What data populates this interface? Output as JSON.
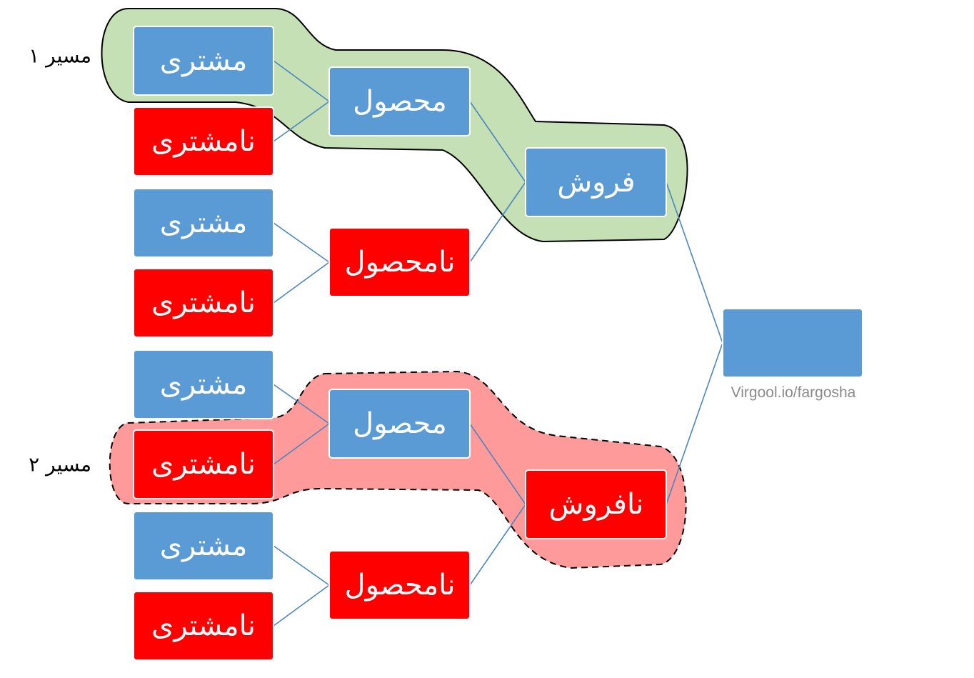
{
  "colors": {
    "customer_box": "#5b9bd5",
    "non_customer_box": "#ff0000",
    "connector": "#4a86c0",
    "path1_fill": "#c5e0b4",
    "path2_fill": "#ff9a9a",
    "box_border": "#ffffff"
  },
  "boxes": {
    "customer": "مشتری",
    "non_customer": "نامشتری",
    "product": "محصول",
    "non_product": "نامحصول",
    "sale": "فروش",
    "non_sale": "نافروش",
    "root": ""
  },
  "path_labels": {
    "path1": "مسیر ۱",
    "path2": "مسیر ۲"
  },
  "watermark": "Virgool.io/fargosha"
}
